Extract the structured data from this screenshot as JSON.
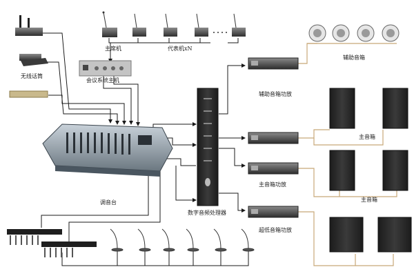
{
  "labels": {
    "chairman_unit": "主席机",
    "delegate_unit": "代表机xN",
    "conference_host": "会议系统主机",
    "wireless_mic": "无线话筒",
    "mixer": "调音台",
    "dsp": "数字音频处理器",
    "aux_speaker": "辅助音箱",
    "aux_amp": "辅助音箱功放",
    "main_speaker_1": "主音箱",
    "main_speaker_2": "主音箱",
    "main_amp": "主音箱功放",
    "sub_amp": "超低音箱功放"
  },
  "colors": {
    "signal_line": "#1a1a1a",
    "speaker_line": "#c8a878",
    "device_dark": "#2b2b2b",
    "device_mid": "#6f6f6f",
    "device_light": "#d4d4d4"
  },
  "icons": [
    "ceiling-speaker-icon",
    "gooseneck-mic-icon",
    "patch-panel-icon",
    "power-amplifier-icon",
    "speaker-cabinet-icon",
    "subwoofer-icon"
  ]
}
